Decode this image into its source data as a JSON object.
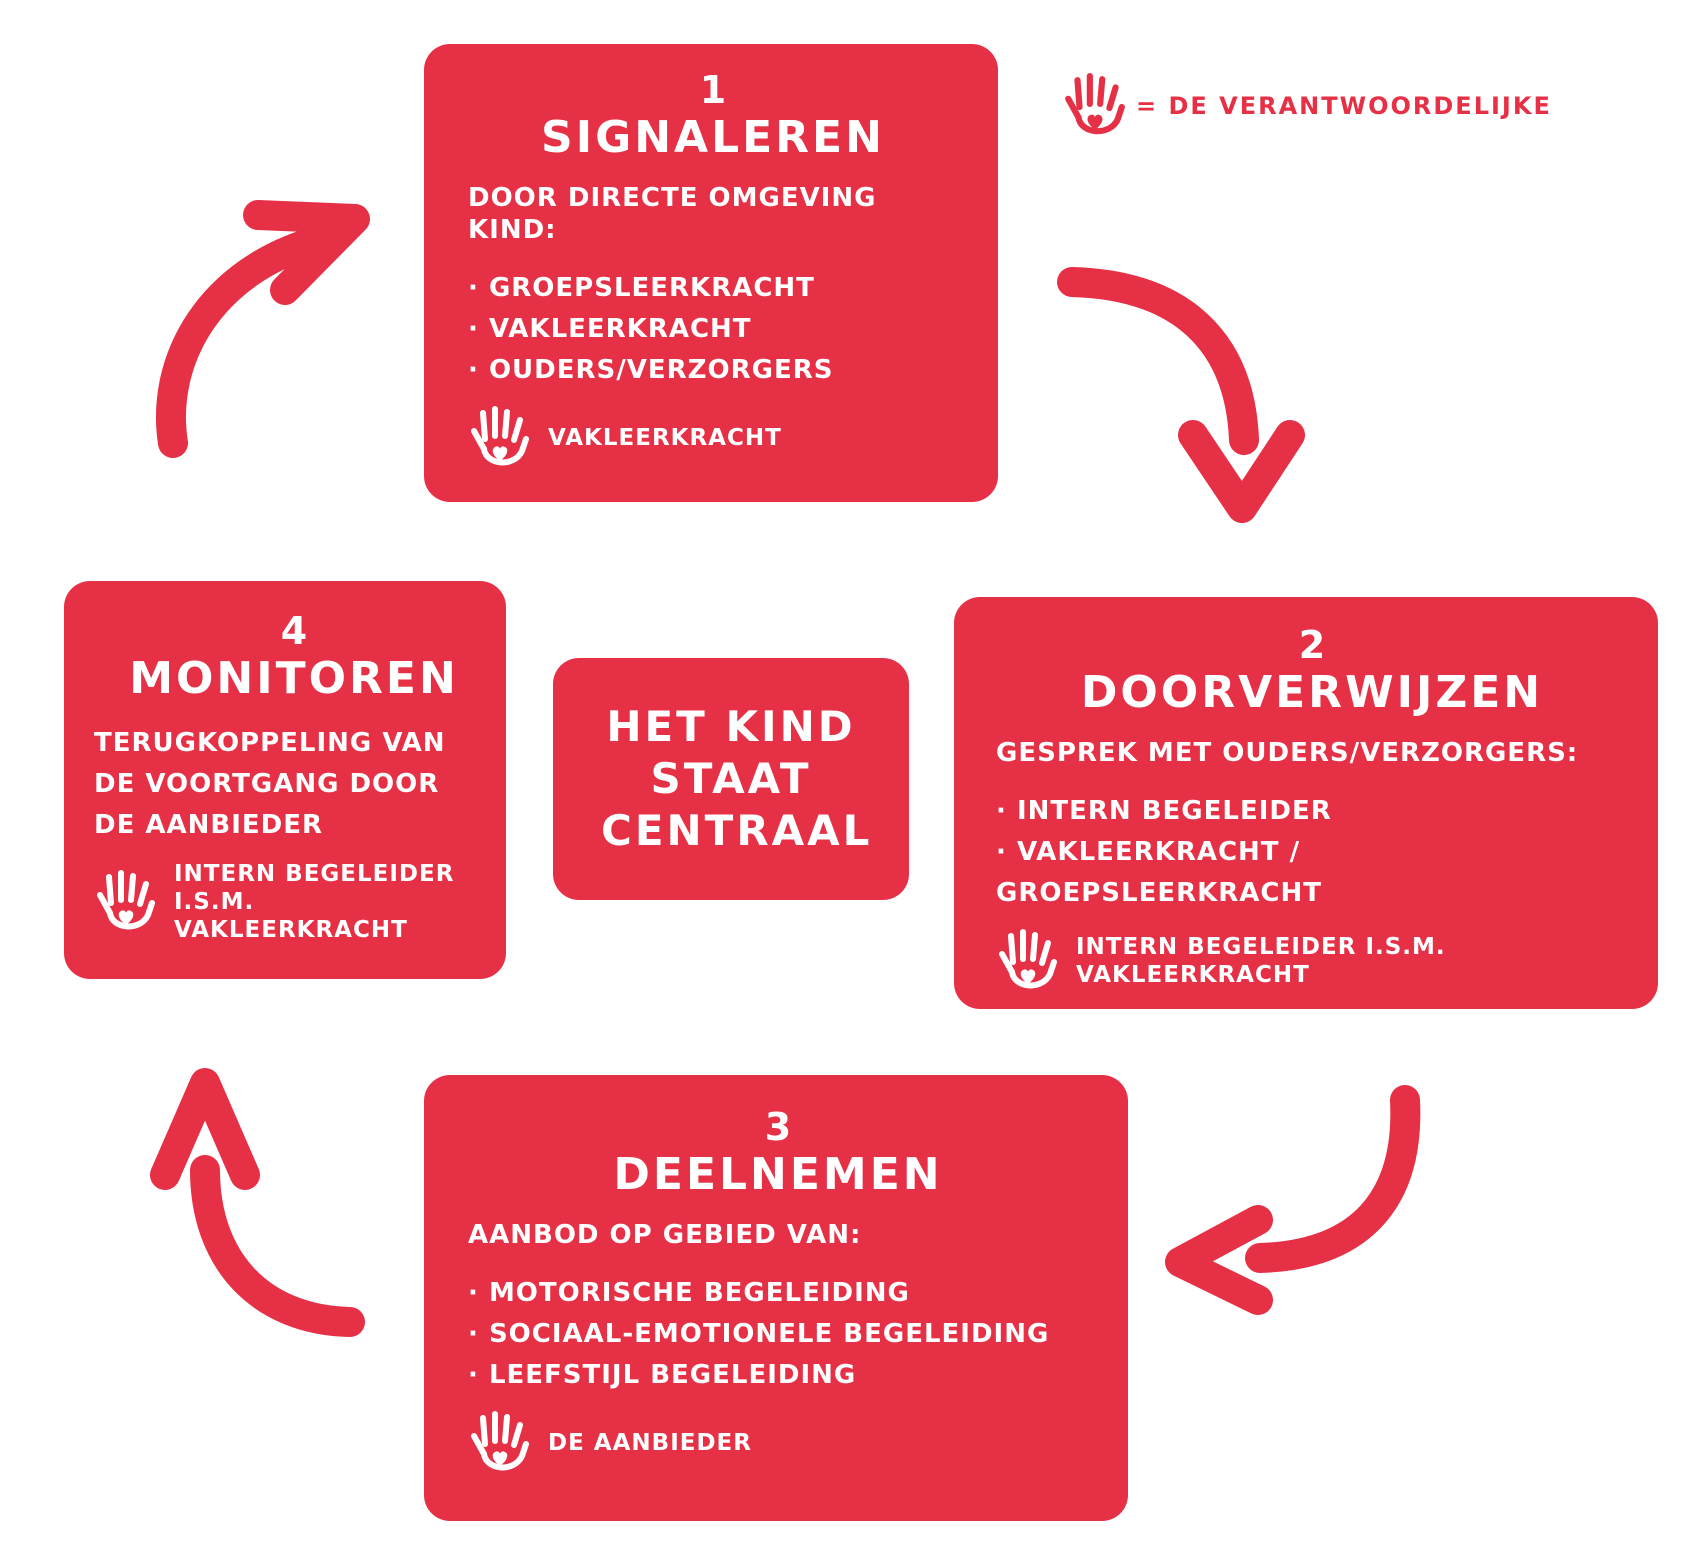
{
  "colors": {
    "accent": "#e63046",
    "text_on_accent": "#ffffff",
    "background": "#ffffff"
  },
  "legend": {
    "icon": "hand-heart-icon",
    "text": "= DE VERANTWOORDELIJKE"
  },
  "center": {
    "text": "HET KIND STAAT CENTRAAL"
  },
  "steps": [
    {
      "number": "1",
      "title": "SIGNALEREN",
      "intro": "DOOR DIRECTE OMGEVING KIND:",
      "items": [
        "GROEPSLEERKRACHT",
        "VAKLEERKRACHT",
        "OUDERS/VERZORGERS"
      ],
      "responsible_icon": "hand-heart-icon",
      "responsible": "VAKLEERKRACHT"
    },
    {
      "number": "2",
      "title": "DOORVERWIJZEN",
      "intro": "GESPREK MET OUDERS/VERZORGERS:",
      "items": [
        "INTERN BEGELEIDER",
        "VAKLEERKRACHT / GROEPSLEERKRACHT"
      ],
      "responsible_icon": "hand-heart-icon",
      "responsible": "INTERN BEGELEIDER I.S.M. VAKLEERKRACHT"
    },
    {
      "number": "3",
      "title": "DEELNEMEN",
      "intro": "AANBOD OP GEBIED VAN:",
      "items": [
        "MOTORISCHE BEGELEIDING",
        "SOCIAAL-EMOTIONELE BEGELEIDING",
        "LEEFSTIJL BEGELEIDING"
      ],
      "responsible_icon": "hand-heart-icon",
      "responsible": "DE AANBIEDER"
    },
    {
      "number": "4",
      "title": "MONITOREN",
      "intro": "TERUGKOPPELING VAN DE VOORTGANG DOOR DE AANBIEDER",
      "items": [],
      "responsible_icon": "hand-heart-icon",
      "responsible": "INTERN BEGELEIDER I.S.M. VAKLEERKRACHT"
    }
  ]
}
